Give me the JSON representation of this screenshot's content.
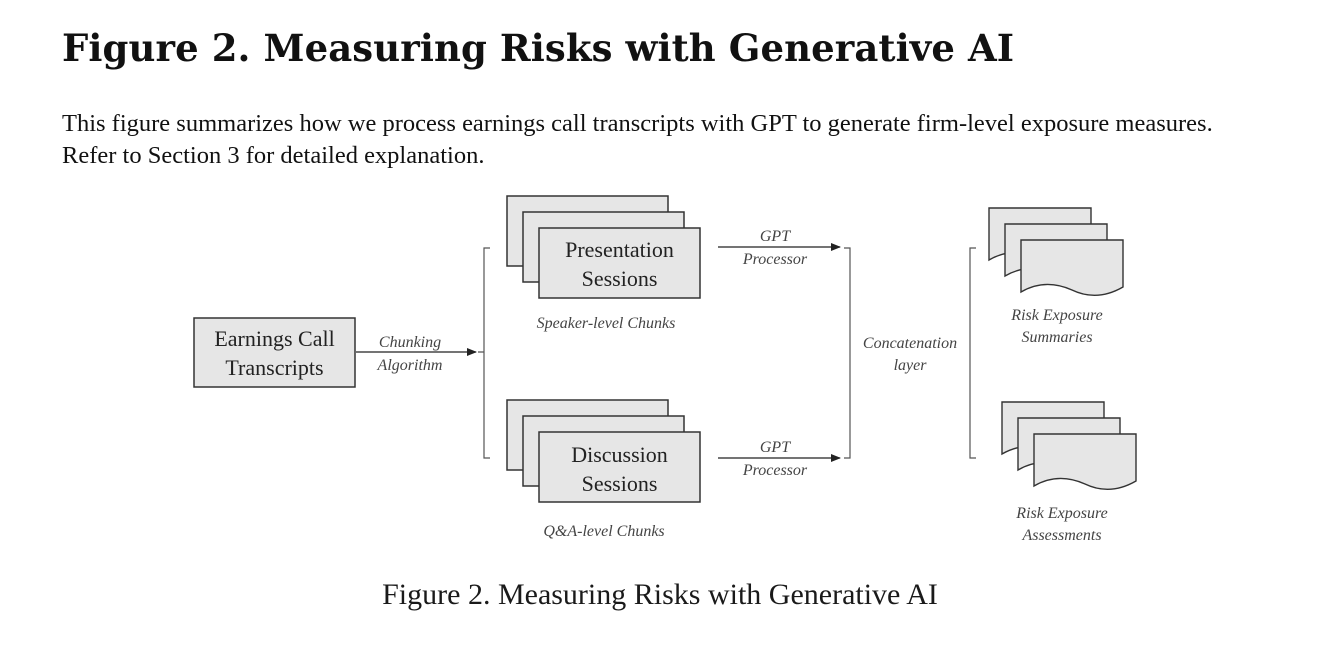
{
  "header": {
    "title": "Figure 2. Measuring Risks with Generative AI",
    "description": "This figure summarizes how we process earnings call transcripts with GPT to generate firm-level exposure measures. Refer to Section 3 for detailed explanation."
  },
  "diagram": {
    "input": {
      "line1": "Earnings Call",
      "line2": "Transcripts"
    },
    "chunking": {
      "line1": "Chunking",
      "line2": "Algorithm"
    },
    "presentation": {
      "line1": "Presentation",
      "line2": "Sessions",
      "sublabel": "Speaker-level Chunks"
    },
    "discussion": {
      "line1": "Discussion",
      "line2": "Sessions",
      "sublabel": "Q&A-level Chunks"
    },
    "gpt_top": {
      "line1": "GPT",
      "line2": "Processor"
    },
    "gpt_bottom": {
      "line1": "GPT",
      "line2": "Processor"
    },
    "concat": {
      "line1": "Concatenation",
      "line2": "layer"
    },
    "summaries": {
      "line1": "Risk Exposure",
      "line2": "Summaries"
    },
    "assessments": {
      "line1": "Risk Exposure",
      "line2": "Assessments"
    }
  },
  "footer": {
    "caption": "Figure 2. Measuring Risks with Generative AI"
  }
}
